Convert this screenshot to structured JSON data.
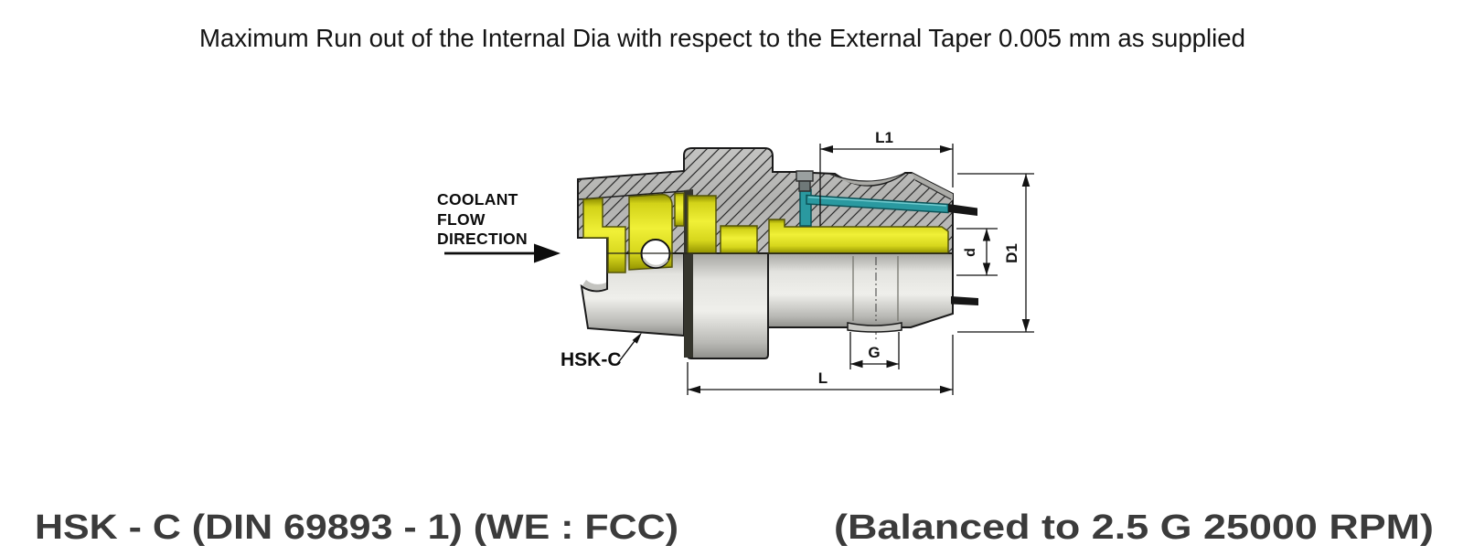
{
  "title": {
    "note": "Maximum Run out of the Internal Dia with respect to the External Taper 0.005 mm as supplied"
  },
  "annotations": {
    "coolant_line1": "COOLANT",
    "coolant_line2": "FLOW",
    "coolant_line3": "DIRECTION",
    "shank_label": "HSK-C"
  },
  "dimensions": {
    "projection_length": "L1",
    "bore_diameter": "d",
    "body_diameter": "D1",
    "groove_width": "G",
    "overall_length": "L"
  },
  "footer": {
    "left": "HSK - C (DIN 69893 - 1) (WE : FCC)",
    "right": "(Balanced to 2.5 G 25000 RPM)"
  },
  "colors": {
    "hatch_gray": "#b5b5b3",
    "body_gray": "#d6d6d2",
    "section_yellow": "#ecec2e",
    "coolant_teal": "#2a99a0",
    "tool_black": "#161616",
    "dimension_black": "#121212",
    "footer_text": "#3b3b3b"
  }
}
